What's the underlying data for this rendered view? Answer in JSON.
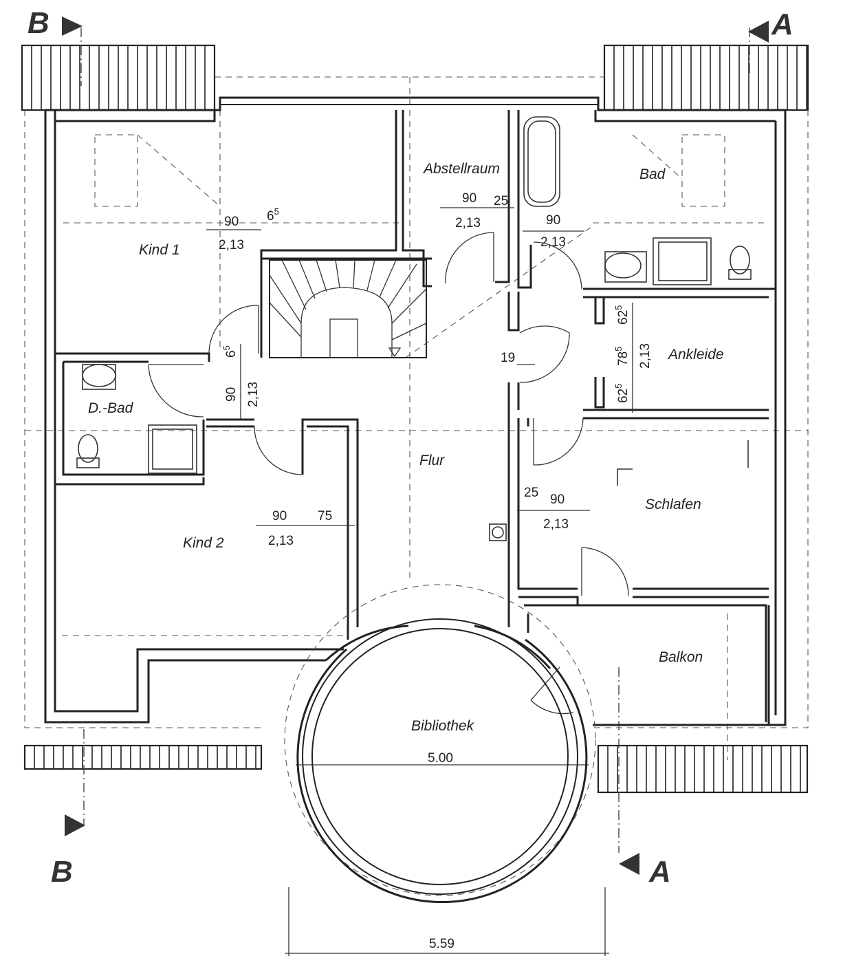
{
  "rooms": {
    "kind1": "Kind 1",
    "abstellraum": "Abstellraum",
    "bad": "Bad",
    "ankleide": "Ankleide",
    "dbad": "D.-Bad",
    "flur": "Flur",
    "kind2": "Kind 2",
    "schlafen": "Schlafen",
    "balkon": "Balkon",
    "bibliothek": "Bibliothek"
  },
  "section_markers": {
    "b_top": "B",
    "a_top": "A",
    "b_bottom": "B",
    "a_bottom": "A"
  },
  "dimensions": {
    "kind1_w": "90",
    "kind1_gap": "6",
    "kind1_gap_sup": "5",
    "kind1_h": "2,13",
    "abst_w": "90",
    "abst_gap": "25",
    "abst_h": "2,13",
    "bad_w": "90",
    "bad_h": "2,13",
    "ank_top": "62",
    "ank_top_sup": "5",
    "ank_mid": "78",
    "ank_mid_sup": "5",
    "ank_bot": "62",
    "ank_bot_sup": "5",
    "ank_h": "2,13",
    "flur_19": "19",
    "dbad_gap": "6",
    "dbad_gap_sup": "5",
    "dbad_w": "90",
    "dbad_h": "2,13",
    "schl_gap": "25",
    "schl_w": "90",
    "schl_h": "2,13",
    "kind2_w": "90",
    "kind2_gap": "75",
    "kind2_h": "2,13",
    "bib_inner": "5.00",
    "bib_outer": "5.59"
  }
}
